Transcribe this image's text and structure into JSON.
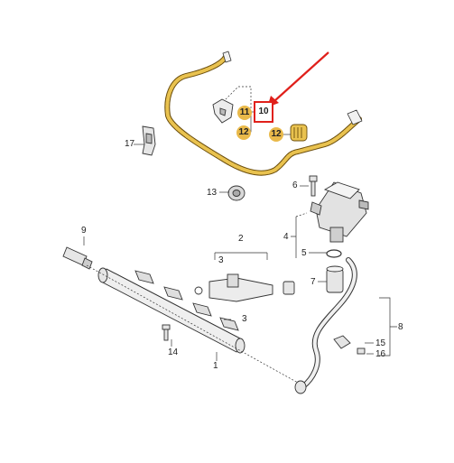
{
  "callouts": {
    "c1": "1",
    "c2": "2",
    "c3a": "3",
    "c3b": "3",
    "c4": "4",
    "c5": "5",
    "c6": "6",
    "c7": "7",
    "c8": "8",
    "c9": "9",
    "c10": "10",
    "c11": "11",
    "c12a": "12",
    "c12b": "12",
    "c13": "13",
    "c14": "14",
    "c15": "15",
    "c16": "16",
    "c17": "17"
  },
  "colors": {
    "highlight": "#e0201b",
    "badge": "#e9b94a",
    "line_art": "#333333"
  }
}
